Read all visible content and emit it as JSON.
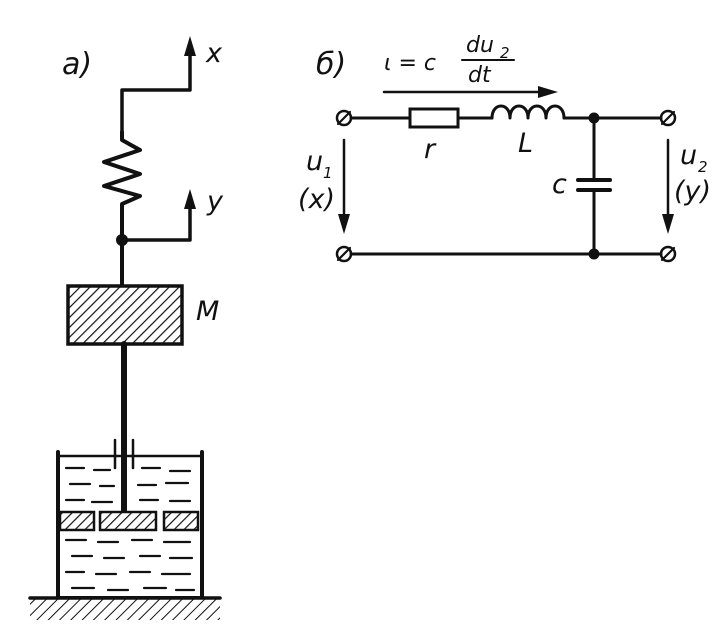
{
  "panel_a": {
    "label": "а)",
    "axis_x": "x",
    "axis_y": "y",
    "mass": "M"
  },
  "panel_b": {
    "label": "б)",
    "current_eq": {
      "lhs": "ι = c",
      "num": "du",
      "num_sub": "2",
      "den": "dt"
    },
    "resistor": "r",
    "inductor": "L",
    "capacitor": "c",
    "input": {
      "u": "u",
      "sub": "1",
      "paren": "(x)"
    },
    "output": {
      "u": "u",
      "sub": "2",
      "paren": "(y)"
    }
  }
}
